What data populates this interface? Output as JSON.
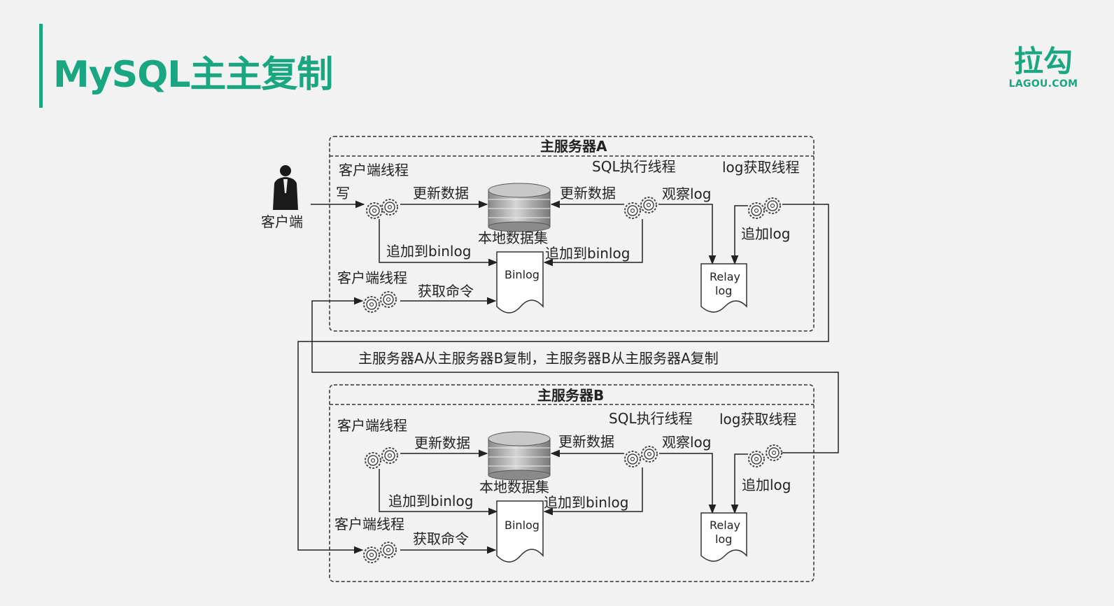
{
  "slide": {
    "title": "MySQL主主复制"
  },
  "logo": {
    "main": "拉勾",
    "sub": "LAGOU.COM"
  },
  "client": {
    "label": "客户端",
    "write": "写"
  },
  "caption": "主服务器A从主服务器B复制，主服务器B从主服务器A复制",
  "server_a": {
    "title": "主服务器A",
    "client_thread_1": "客户端线程",
    "client_thread_2": "客户端线程",
    "sql_thread": "SQL执行线程",
    "log_thread": "log获取线程",
    "update_1": "更新数据",
    "update_2": "更新数据",
    "observe": "观察log",
    "append_log": "追加log",
    "local_data": "本地数据集",
    "append_binlog_1": "追加到binlog",
    "append_binlog_2": "追加到binlog",
    "fetch_cmd": "获取命令",
    "binlog": "Binlog",
    "relay_1": "Relay",
    "relay_2": "log"
  },
  "server_b": {
    "title": "主服务器B",
    "client_thread_1": "客户端线程",
    "client_thread_2": "客户端线程",
    "sql_thread": "SQL执行线程",
    "log_thread": "log获取线程",
    "update_1": "更新数据",
    "update_2": "更新数据",
    "observe": "观察log",
    "append_log": "追加log",
    "local_data": "本地数据集",
    "append_binlog_1": "追加到binlog",
    "append_binlog_2": "追加到binlog",
    "fetch_cmd": "获取命令",
    "binlog": "Binlog",
    "relay_1": "Relay",
    "relay_2": "log"
  },
  "colors": {
    "accent": "#1aa680",
    "line": "#333333",
    "background": "#f2f2f2"
  }
}
